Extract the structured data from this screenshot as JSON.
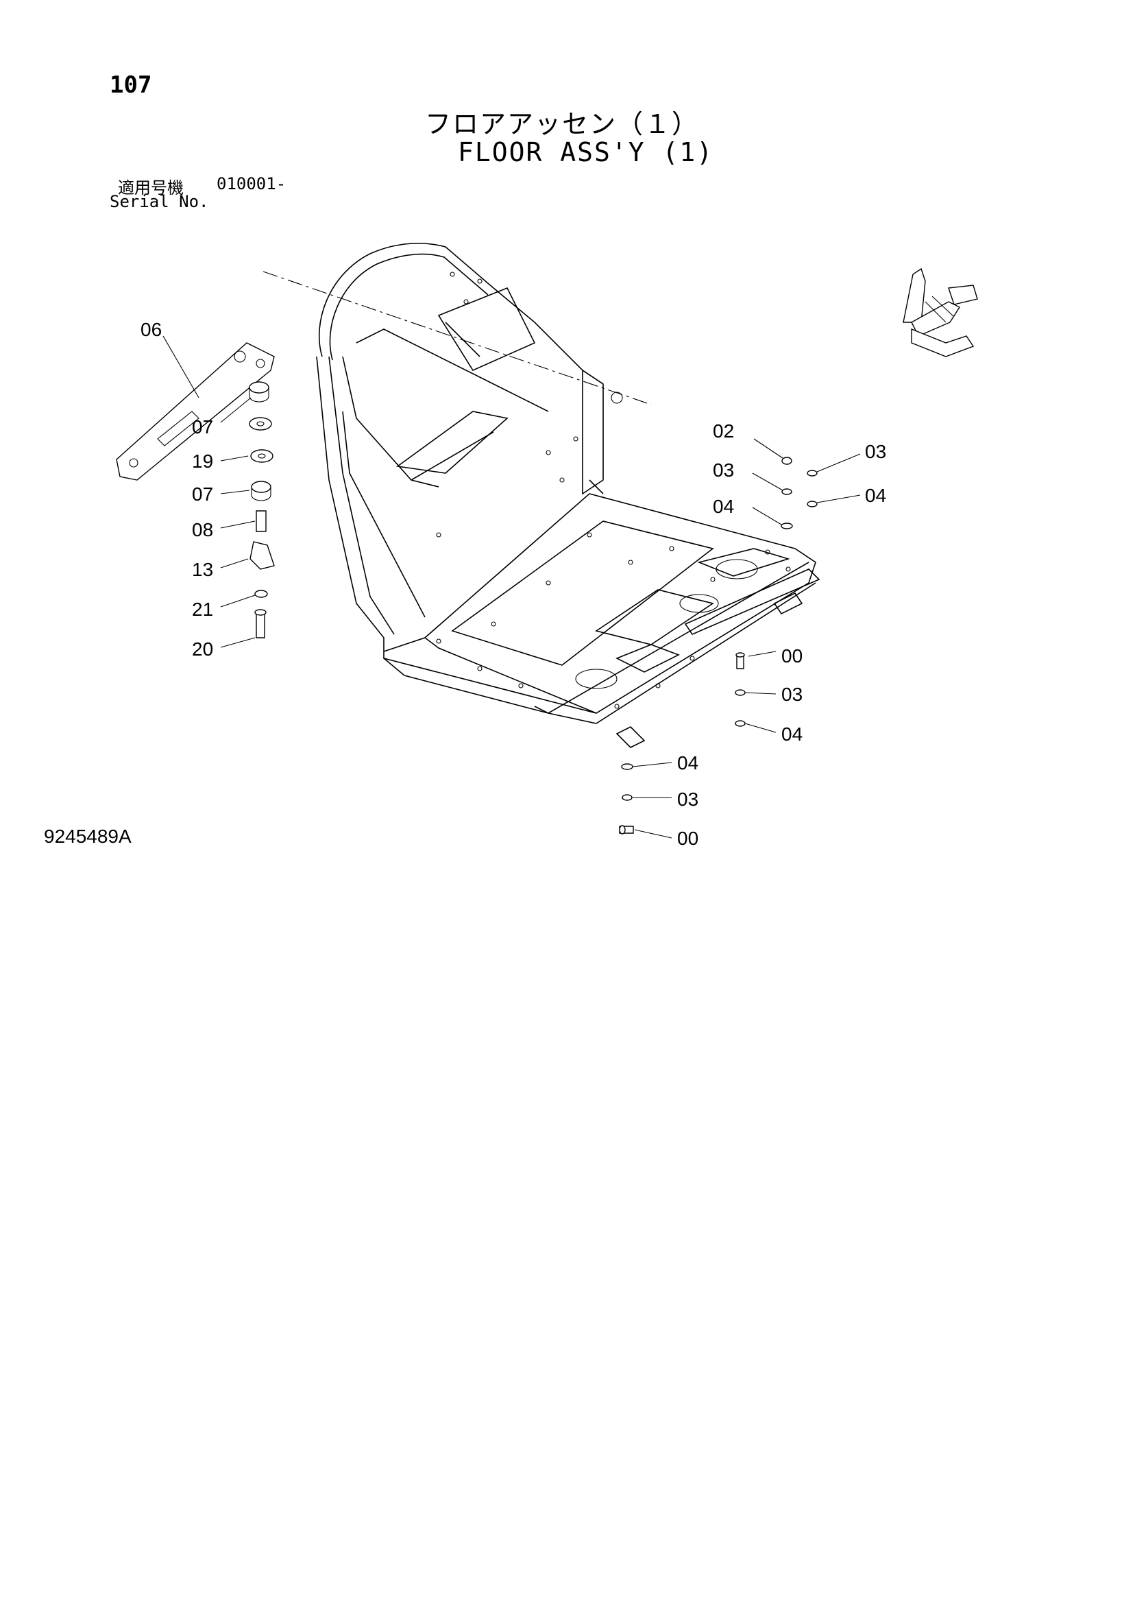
{
  "page": {
    "number": "107",
    "title_jp": "フロアアッセン（１）",
    "title_en": "FLOOR ASS'Y (1)",
    "serial_label_jp": "適用号機",
    "serial_value": "010001-",
    "serial_label_en": "Serial No.",
    "drawing_number": "9245489A"
  },
  "callouts": [
    {
      "id": "c06a",
      "text": "06"
    },
    {
      "id": "c07a",
      "text": "07"
    },
    {
      "id": "c19",
      "text": "19"
    },
    {
      "id": "c07b",
      "text": "07"
    },
    {
      "id": "c08",
      "text": "08"
    },
    {
      "id": "c13",
      "text": "13"
    },
    {
      "id": "c21",
      "text": "21"
    },
    {
      "id": "c20",
      "text": "20"
    },
    {
      "id": "c02",
      "text": "02"
    },
    {
      "id": "c03a",
      "text": "03"
    },
    {
      "id": "c04a",
      "text": "04"
    },
    {
      "id": "c03b",
      "text": "03"
    },
    {
      "id": "c04b",
      "text": "04"
    },
    {
      "id": "c00a",
      "text": "00"
    },
    {
      "id": "c03c",
      "text": "03"
    },
    {
      "id": "c04c",
      "text": "04"
    },
    {
      "id": "c04d",
      "text": "04"
    },
    {
      "id": "c03d",
      "text": "03"
    },
    {
      "id": "c00b",
      "text": "00"
    }
  ],
  "orientation_icon": "direction-arrows-icon"
}
